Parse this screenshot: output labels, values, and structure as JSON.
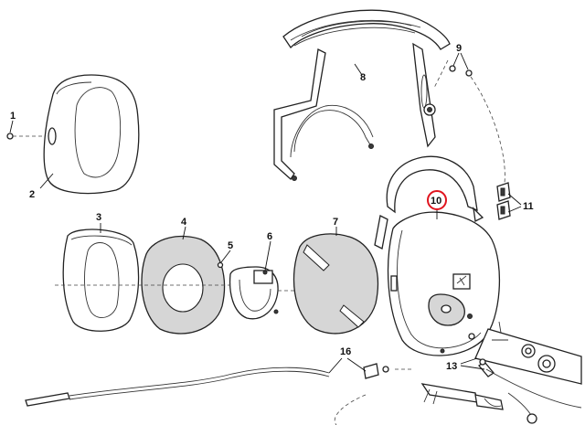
{
  "callouts": {
    "c1": "1",
    "c2": "2",
    "c3": "3",
    "c4": "4",
    "c5": "5",
    "c6": "6",
    "c7": "7",
    "c8": "8",
    "c9": "9",
    "c10": "10",
    "c11": "11",
    "c13": "13",
    "c16": "16"
  },
  "highlight_color": "#e0141e"
}
